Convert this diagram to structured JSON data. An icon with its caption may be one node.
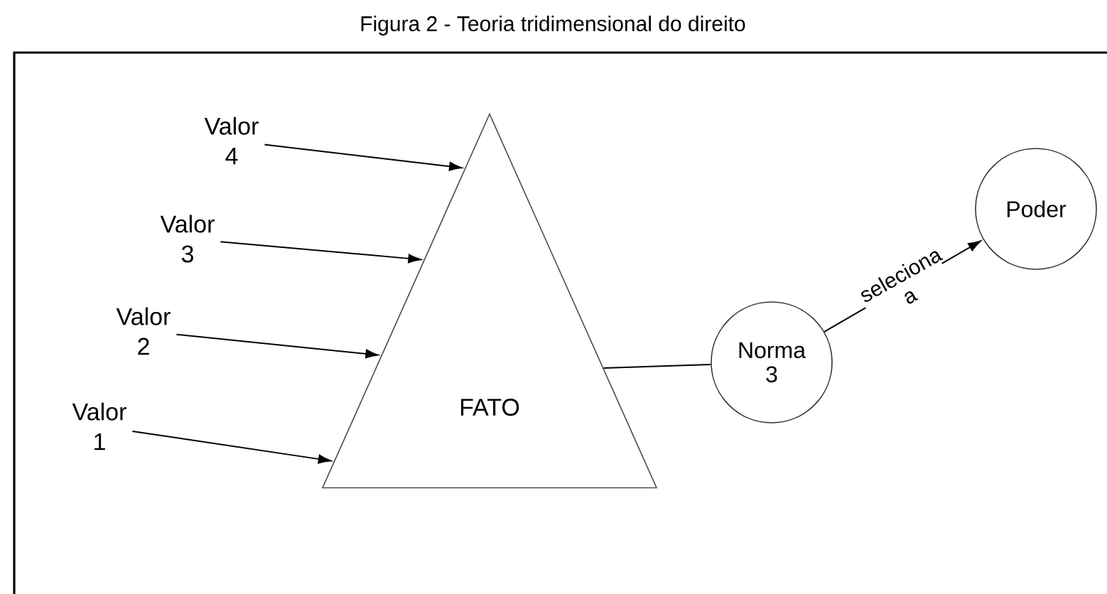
{
  "diagram": {
    "title": "Figura 2 - Teoria tridimensional do direito",
    "nodes": [
      {
        "text": [
          "Valor 4"
        ]
      },
      {
        "text": [
          "Valor 3"
        ]
      },
      {
        "text": [
          "Valor 2"
        ]
      },
      {
        "text": [
          "Valor 1"
        ]
      },
      {
        "text": [
          "FATO"
        ]
      },
      {
        "text": [
          "Norma 3"
        ]
      },
      {
        "text": [
          "Poder"
        ]
      }
    ],
    "edges": [
      {
        "from": 0,
        "to": 4,
        "arrow": "to"
      },
      {
        "from": 1,
        "to": 4,
        "arrow": "to"
      },
      {
        "from": 2,
        "to": 4,
        "arrow": "to"
      },
      {
        "from": 3,
        "to": 4,
        "arrow": "to"
      },
      {
        "from": 4,
        "to": 5,
        "arrow": "none"
      },
      {
        "from": 5,
        "to": 6,
        "arrow": "to",
        "label": "seleciona a"
      }
    ]
  }
}
